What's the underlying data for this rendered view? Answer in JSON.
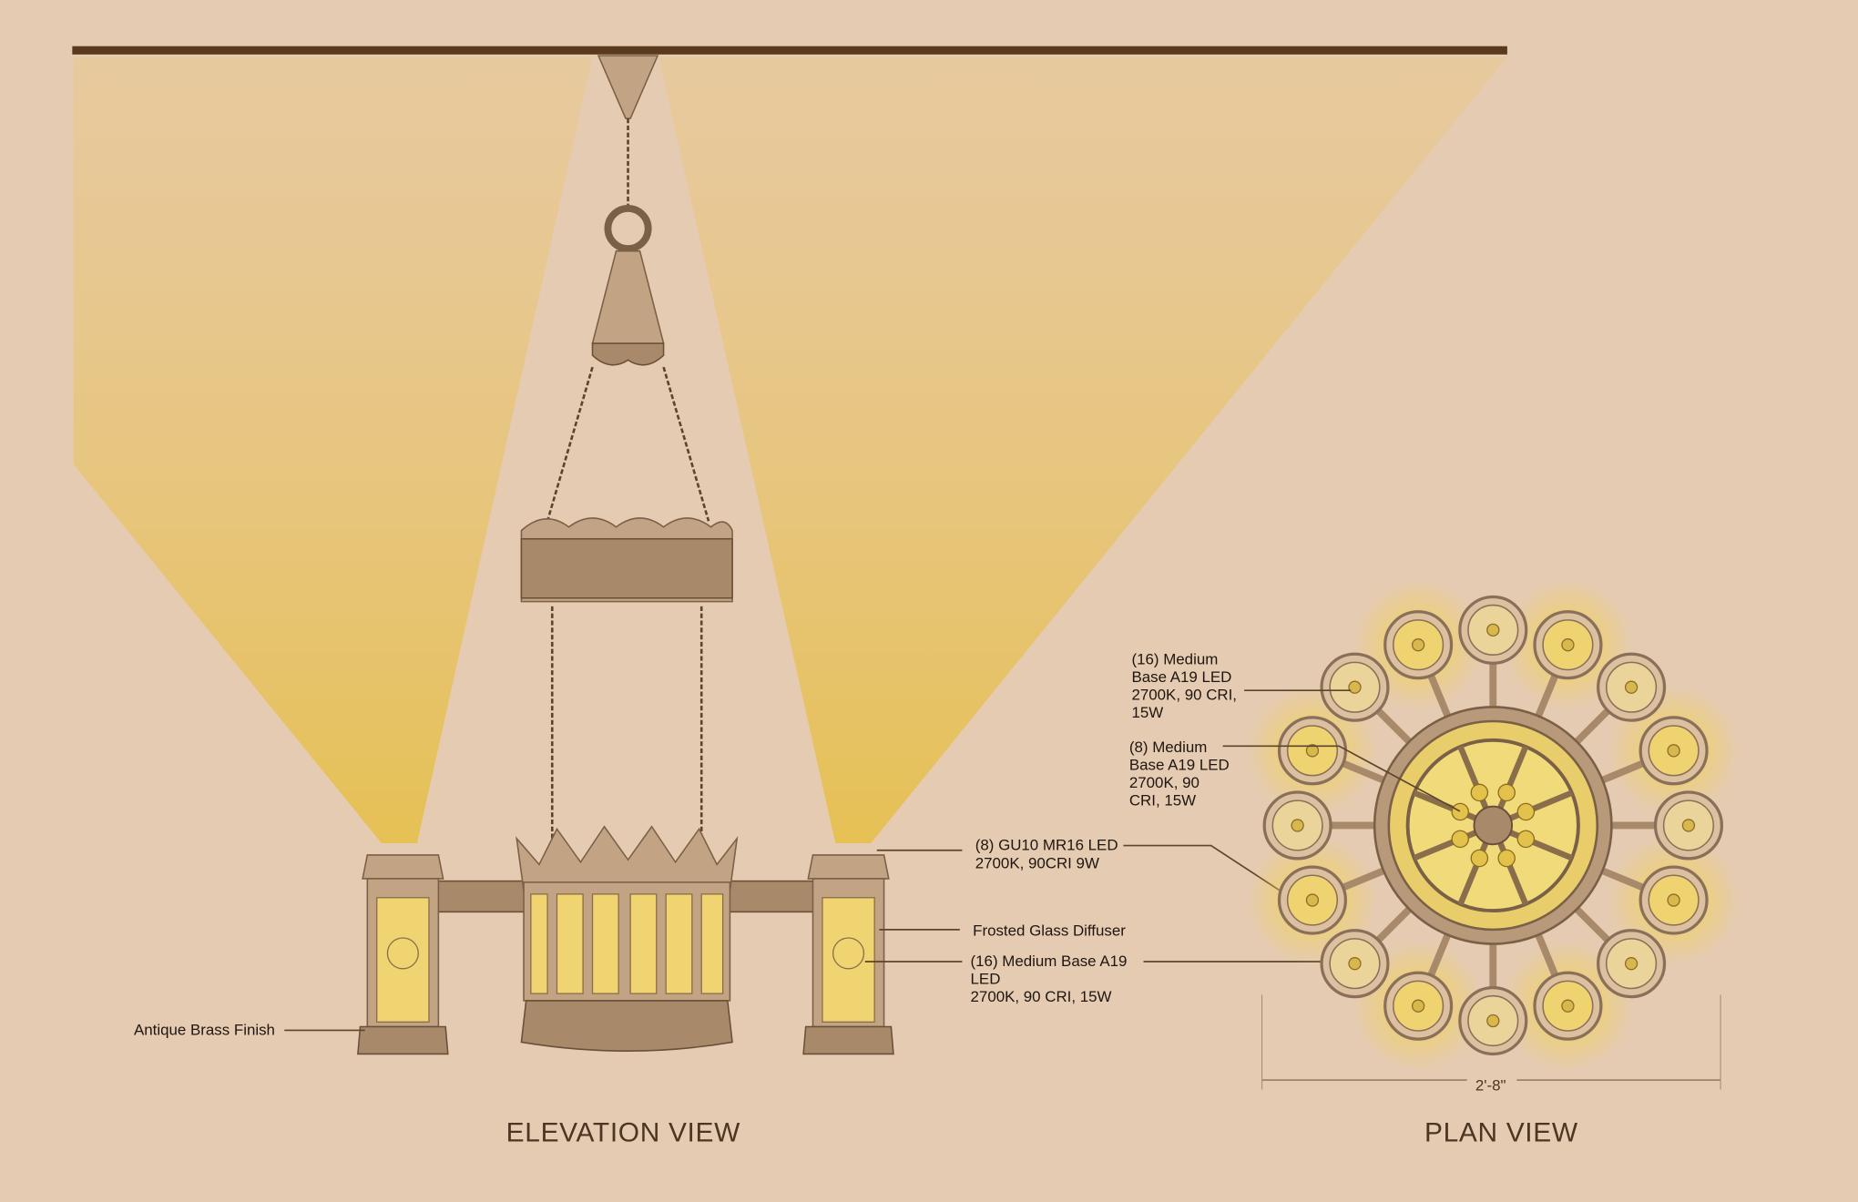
{
  "colors": {
    "background": "#e5cbb1",
    "ceiling": "#5a3a1e",
    "light": "#e9c25a",
    "brass": "#c2a484",
    "glass": "#f0d472"
  },
  "elevation": {
    "title": "ELEVATION VIEW",
    "labels": {
      "finish": "Antique Brass Finish",
      "gu10": [
        "(8) GU10 MR16 LED",
        "2700K, 90CRI 9W"
      ],
      "diffuser": "Frosted Glass Diffuser",
      "a19": [
        "(16) Medium Base A19",
        "LED",
        "2700K, 90 CRI, 15W"
      ]
    }
  },
  "plan": {
    "title": "PLAN VIEW",
    "dimension": "2'-8\"",
    "labels": {
      "outer": [
        "(16) Medium",
        "Base A19 LED",
        "2700K, 90 CRI,",
        "15W"
      ],
      "inner": [
        "(8) Medium",
        "Base A19 LED",
        "2700K, 90",
        "CRI, 15W"
      ]
    },
    "outer_lamps": 16,
    "inner_lamps": 8
  }
}
